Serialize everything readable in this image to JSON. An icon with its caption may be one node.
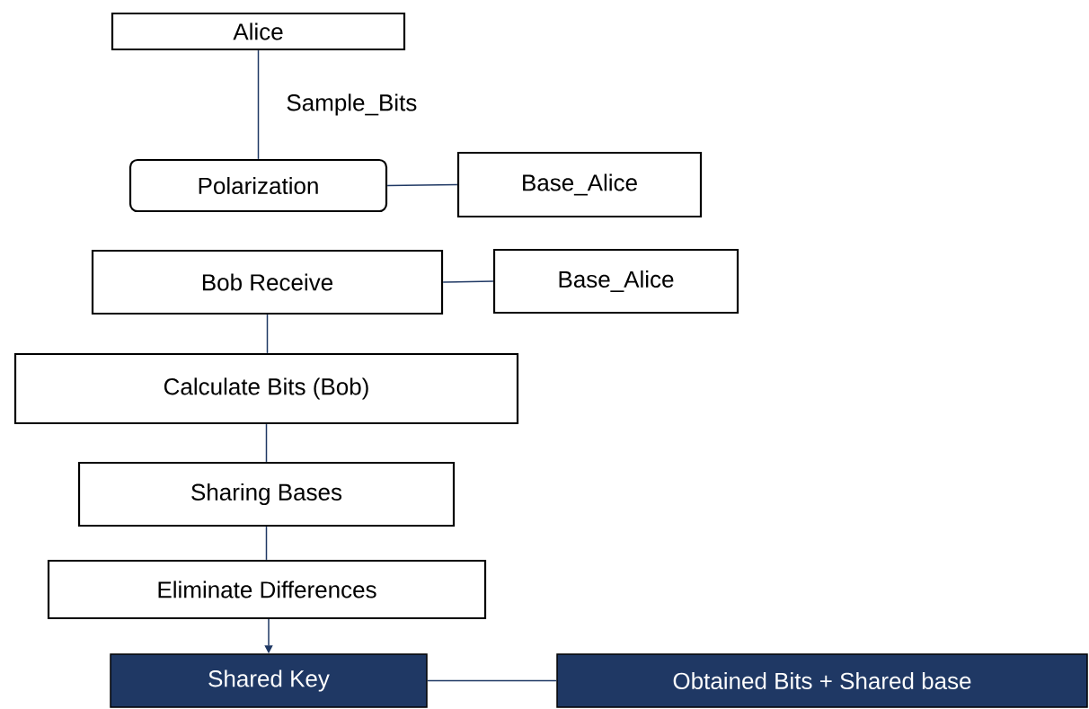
{
  "diagram": {
    "nodes": [
      {
        "text": [
          "Alice"
        ]
      },
      {
        "text": [
          "Polarization"
        ]
      },
      {
        "text": [
          "Base_Alice"
        ]
      },
      {
        "text": [
          "Bob Receive"
        ]
      },
      {
        "text": [
          "Base_Alice"
        ]
      },
      {
        "text": [
          "Calculate Bits (Bob)"
        ]
      },
      {
        "text": [
          "Sharing Bases"
        ]
      },
      {
        "text": [
          "Eliminate Differences"
        ]
      },
      {
        "text": [
          "Shared Key"
        ]
      },
      {
        "text": [
          "Obtained Bits + Shared base"
        ]
      }
    ],
    "edges": [
      {
        "from": 0,
        "to": 1,
        "arrow": "none",
        "label": "Sample_Bits"
      },
      {
        "from": 1,
        "to": 2,
        "arrow": "none"
      },
      {
        "from": 3,
        "to": 4,
        "arrow": "none"
      },
      {
        "from": 3,
        "to": 5,
        "arrow": "none"
      },
      {
        "from": 5,
        "to": 6,
        "arrow": "none"
      },
      {
        "from": 6,
        "to": 7,
        "arrow": "none"
      },
      {
        "from": 7,
        "to": 8,
        "arrow": "to"
      },
      {
        "from": 8,
        "to": 9,
        "arrow": "none"
      }
    ]
  }
}
